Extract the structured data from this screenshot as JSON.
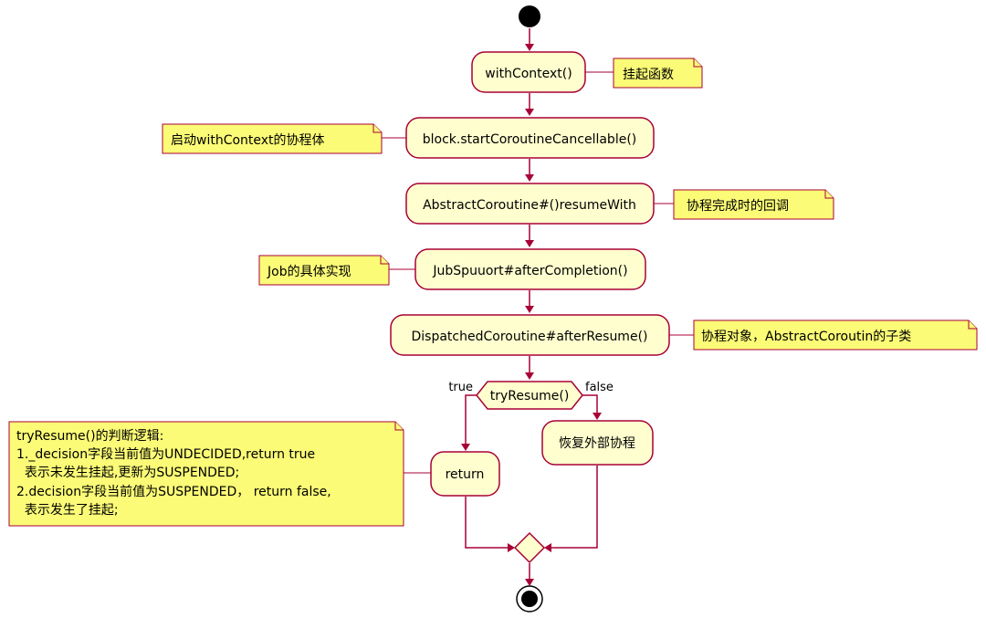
{
  "activities": {
    "with_context": "withContext()",
    "start_block": "block.startCoroutineCancellable()",
    "resume_with": "AbstractCoroutine#()resumeWith",
    "after_completion": "JubSpuuort#afterCompletion()",
    "after_resume": "DispatchedCoroutine#afterResume()",
    "return_node": "return",
    "resume_outer": "恢复外部协程"
  },
  "decision": {
    "label": "tryResume()",
    "true_label": "true",
    "false_label": "false"
  },
  "notes": {
    "suspend_fn": "挂起函数",
    "start_body": "启动withContext的协程体",
    "callback": "协程完成时的回调",
    "job_impl": "Job的具体实现",
    "subclass": "协程对象，AbstractCoroutin的子类",
    "logic_lines": [
      "tryResume()的判断逻辑:",
      "1._decision字段当前值为UNDECIDED,return true",
      "  表示未发生挂起,更新为SUSPENDED;",
      "2.decision字段当前值为SUSPENDED， return false,",
      "  表示发生了挂起;"
    ]
  },
  "colors": {
    "activity_fill": "#FEFECE",
    "note_fill": "#FBFB77",
    "border": "#A80036"
  }
}
